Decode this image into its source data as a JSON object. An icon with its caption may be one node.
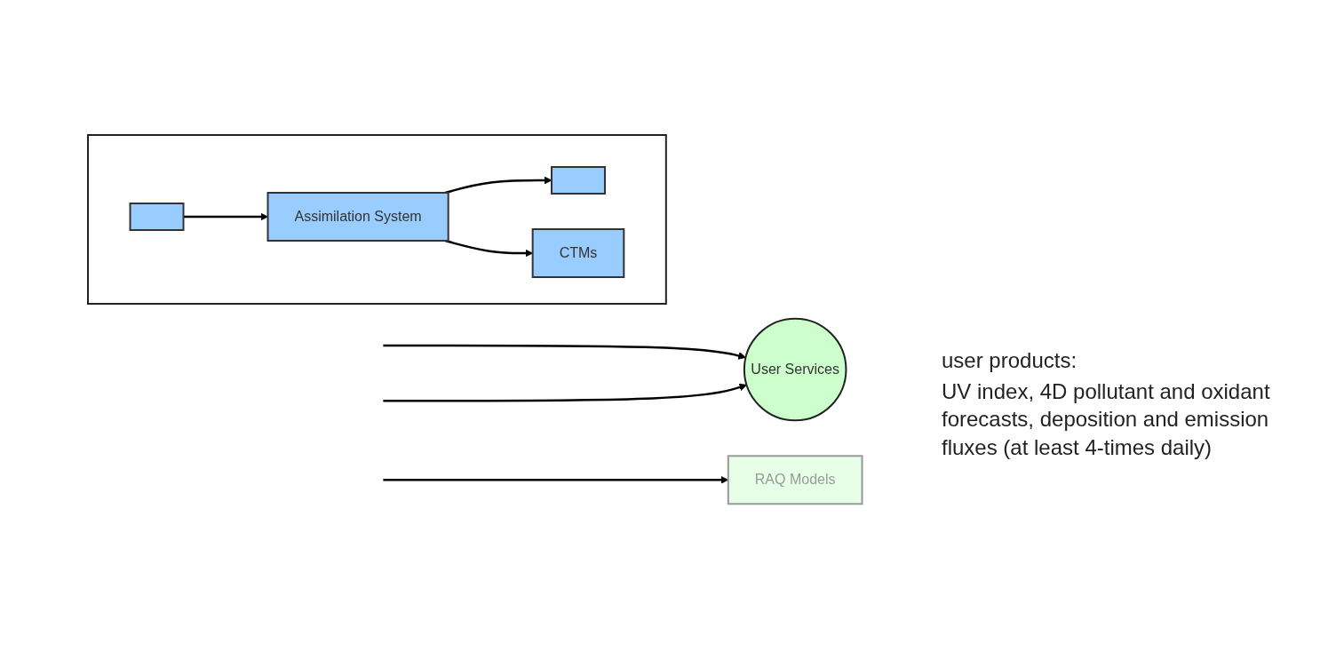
{
  "diagram": {
    "nodes": [
      {
        "text": [],
        "shape": "box"
      },
      {
        "text": [
          "Assimilation System"
        ],
        "in": 0
      },
      {
        "text": [],
        "shape": "box",
        "in": 0
      },
      {
        "text": [
          "CTMs"
        ],
        "in": 0
      },
      {
        "text": [],
        "shape": "box",
        "in": 0
      },
      {
        "text": [
          "User Services"
        ]
      },
      {
        "text": [
          "RAQ Models"
        ]
      }
    ],
    "edges": [
      {
        "from": 1,
        "to": 2,
        "arrow": "to"
      },
      {
        "from": 1,
        "to": 3,
        "arrow": "to"
      },
      {
        "from": 4,
        "to": 1,
        "arrow": "to"
      },
      {
        "from": null,
        "to": 5,
        "arrow": "to"
      },
      {
        "from": null,
        "to": 5,
        "arrow": "to"
      },
      {
        "from": null,
        "to": 6,
        "arrow": "to"
      }
    ],
    "labels": [
      "user products:",
      "UV index, 4D pollutant and oxidant forecasts, deposition and emission fluxes (at least 4-times daily)"
    ]
  }
}
